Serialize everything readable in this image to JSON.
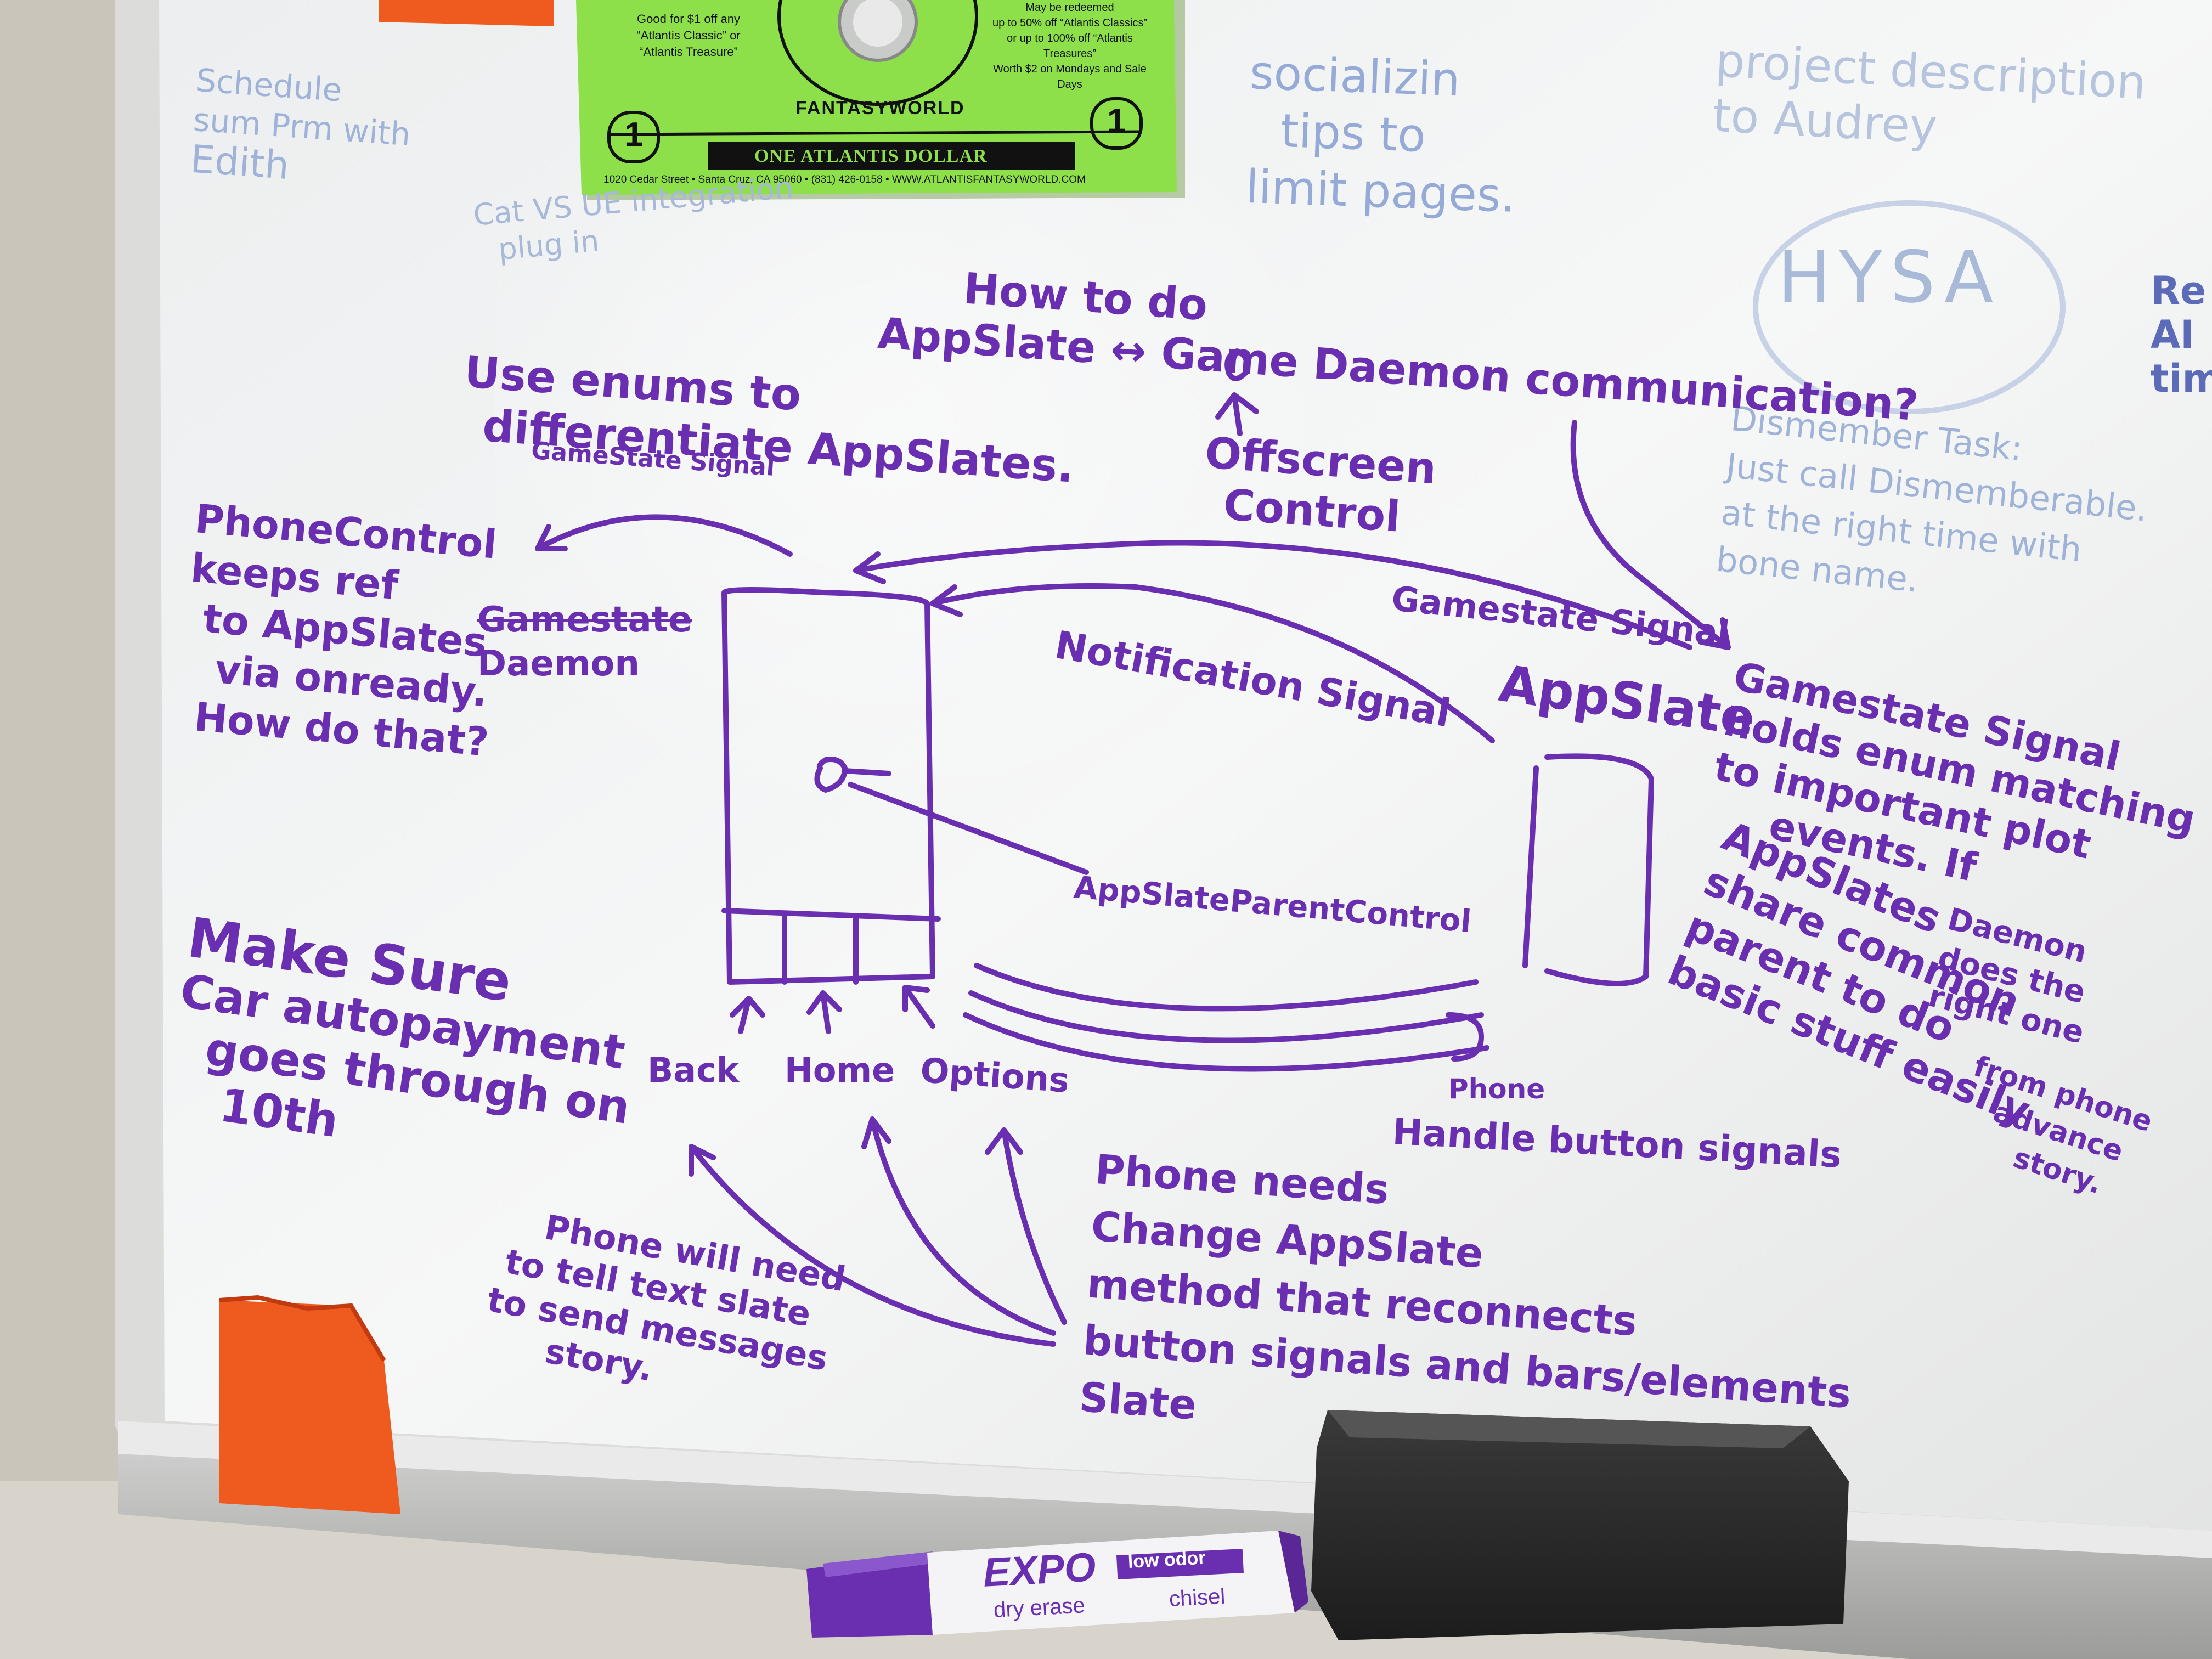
{
  "colors": {
    "marker_purple": "#6a2fb0",
    "faded_blue": "#9fb3d8",
    "coupon_green": "#8de04a",
    "tape_orange": "#ef5a1f",
    "board_white": "#f1f2f3"
  },
  "coupon": {
    "left_text": [
      "Good for $1 off any",
      "“Atlantis Classic” or",
      "“Atlantis Treasure”"
    ],
    "right_text": [
      "May be redeemed",
      "up to 50% off “Atlantis Classics”",
      "or up to 100% off “Atlantis",
      "Treasures”",
      "Worth $2 on Mondays and Sale",
      "Days"
    ],
    "brand": "FANTASYWORLD",
    "numeral": "1",
    "banner": "ONE ATLANTIS DOLLAR",
    "address": "1020 Cedar Street • Santa Cruz, CA 95060 • (831) 426-0158 • WWW.ATLANTISFANTASYWORLD.COM"
  },
  "faded_notes": {
    "schedule": [
      "Schedule",
      "sum Prm with",
      "Edith"
    ],
    "integration": [
      "Cat VS UE integration",
      "plug in"
    ],
    "socializing": [
      "socializin",
      "tips to",
      "limit pages."
    ],
    "project": [
      "project description",
      "to Audrey"
    ],
    "hysa": "HYSA",
    "dismember": [
      "Dismember Task:",
      "Just call Dismemberable.",
      "at the right time with",
      "bone name."
    ],
    "right_edge": [
      "Re",
      "AI",
      "time"
    ]
  },
  "diagram": {
    "question": [
      "How to do",
      "AppSlate ↔ Game Daemon communication?"
    ],
    "enums": [
      "Use enums to",
      "differentiate AppSlates."
    ],
    "gamestate_signal_top": "GameState Signal",
    "daemon_left": [
      "Gamestate",
      "Daemon"
    ],
    "phone_control": [
      "PhoneControl",
      "keeps ref",
      "to AppSlates",
      "via onready.",
      "How do that?"
    ],
    "offscreen": [
      "Offscreen",
      "Control"
    ],
    "gamestate_signal_right": "Gamestate Signal",
    "notification_signal": "Notification Signal",
    "appslate": "AppSlate",
    "gamestate_note": [
      "Gamestate Signal",
      "holds enum matching",
      "to important plot",
      "events. If"
    ],
    "daemon_note": [
      "Daemon",
      "does the",
      "right one"
    ],
    "appslates_note": [
      "AppSlates",
      "share common",
      "parent to do",
      "basic stuff easily"
    ],
    "from_phone": [
      "from phone",
      "advance",
      "story."
    ],
    "parent_control": "AppSlateParentControl",
    "nav_buttons": [
      "Back",
      "Home",
      "Options"
    ],
    "phone_label": "Phone",
    "phone_button_signals": "Handle button signals",
    "make_sure": [
      "Make Sure",
      "Car autopayment",
      "goes through on",
      "10th"
    ],
    "phone_will": [
      "Phone will need",
      "to tell text slate",
      "to send messages",
      "story."
    ],
    "phone_needs": [
      "Phone needs",
      "Change AppSlate",
      "method that reconnects",
      "button signals and bars/elements",
      "Slate"
    ]
  },
  "marker": {
    "brand": "EXPO",
    "line1": "dry erase",
    "badge": "low odor",
    "tip": "chisel"
  }
}
